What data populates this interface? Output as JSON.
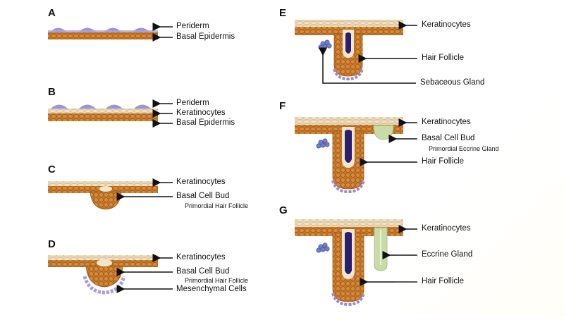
{
  "panels": {
    "A": {
      "letter": "A",
      "labels": [
        "Periderm",
        "Basal Epidermis"
      ]
    },
    "B": {
      "letter": "B",
      "labels": [
        "Periderm",
        "Keratinocytes",
        "Basal Epidermis"
      ]
    },
    "C": {
      "letter": "C",
      "labels": [
        "Keratinocytes",
        "Basal Cell Bud"
      ],
      "sub": "Primordial Hair Follicle"
    },
    "D": {
      "letter": "D",
      "labels": [
        "Keratinocytes",
        "Basal Cell Bud",
        "Mesenchymal Cells"
      ],
      "sub": "Primordial Hair Follicle"
    },
    "E": {
      "letter": "E",
      "labels": [
        "Keratinocytes",
        "Hair Follicle",
        "Sebaceous Gland"
      ]
    },
    "F": {
      "letter": "F",
      "labels": [
        "Keratinocytes",
        "Basal Cell Bud",
        "Hair Follicle"
      ],
      "sub": "Primordial Eccrine Gland"
    },
    "G": {
      "letter": "G",
      "labels": [
        "Keratinocytes",
        "Eccrine Gland",
        "Hair Follicle"
      ]
    }
  },
  "colors": {
    "basal": "#c8782a",
    "basal_dark": "#a65a18",
    "keratinocyte": "#e8d3b0",
    "periderm": "#8f8ad6",
    "follicle_core": "#2a1f6e",
    "mesenchymal": "#9c8ad0",
    "eccrine": "#c9dca8"
  }
}
